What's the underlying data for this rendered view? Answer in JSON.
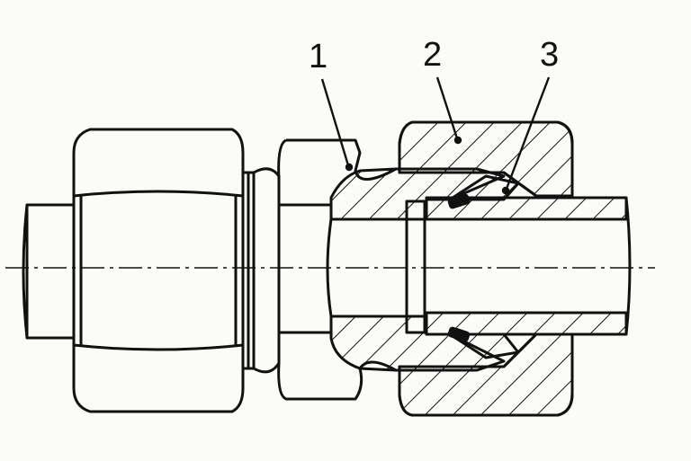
{
  "callouts": [
    {
      "label": "1"
    },
    {
      "label": "2"
    },
    {
      "label": "3"
    }
  ],
  "colors": {
    "line": "#111111",
    "paper": "#fbfbf8"
  }
}
